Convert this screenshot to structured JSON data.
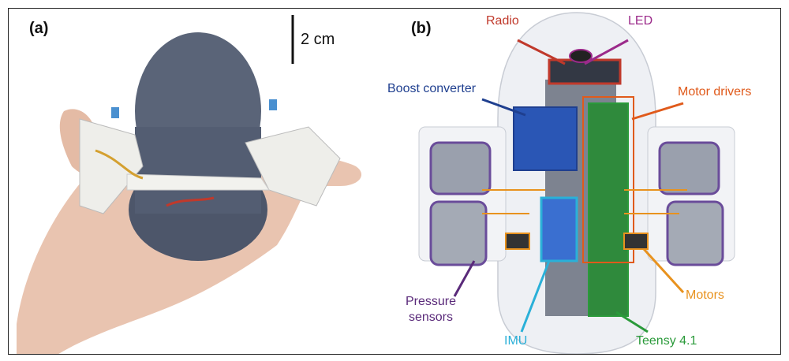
{
  "panel_a": {
    "label": "(a)",
    "scale_bar_label": "2 cm"
  },
  "panel_b": {
    "label": "(b)",
    "callouts": {
      "radio": "Radio",
      "led": "LED",
      "boost_converter": "Boost converter",
      "motor_drivers": "Motor drivers",
      "pressure_sensors": "Pressure sensors",
      "imu": "IMU",
      "motors": "Motors",
      "teensy": "Teensy 4.1"
    }
  },
  "colors": {
    "radio": "#c0392b",
    "led": "#9b2a8a",
    "boost_converter": "#1f3f8f",
    "motor_drivers": "#e05a1b",
    "pressure_sensors": "#5a2a7a",
    "imu": "#2ab0d8",
    "motors": "#e8921e",
    "teensy": "#2a9a3a"
  }
}
